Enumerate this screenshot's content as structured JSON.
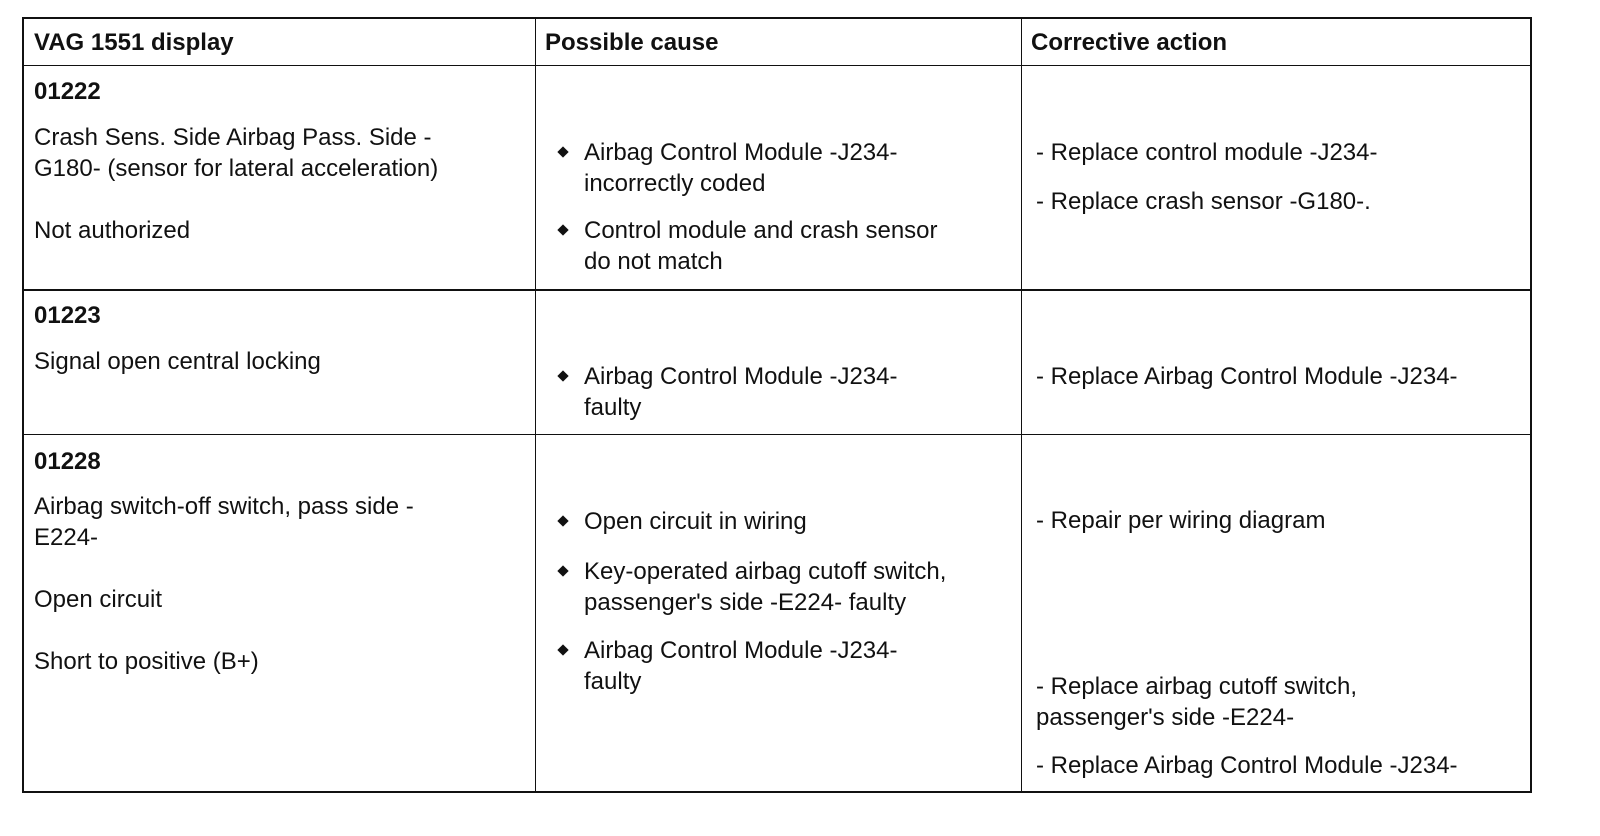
{
  "table": {
    "headers": [
      "VAG 1551 display",
      "Possible cause",
      "Corrective action"
    ],
    "rows": [
      {
        "code": "01222",
        "display": [
          "Crash Sens. Side Airbag Pass. Side -",
          "G180- (sensor for lateral acceleration)",
          "Not authorized"
        ],
        "causes": [
          [
            "Airbag Control Module -J234-",
            "incorrectly coded"
          ],
          [
            "Control module and crash sensor",
            "do not match"
          ]
        ],
        "actions": [
          [
            "- Replace control module -J234-"
          ],
          [
            "- Replace crash sensor -G180-."
          ]
        ]
      },
      {
        "code": "01223",
        "display": [
          "Signal open central locking"
        ],
        "causes": [
          [
            "Airbag Control Module -J234-",
            "faulty"
          ]
        ],
        "actions": [
          [
            "- Replace Airbag Control Module -J234-"
          ]
        ]
      },
      {
        "code": "01228",
        "display": [
          "Airbag switch-off switch, pass side -",
          "E224-",
          "Open circuit",
          "Short to positive (B+)"
        ],
        "causes": [
          [
            "Open circuit in wiring"
          ],
          [
            "Key-operated airbag cutoff switch,",
            "passenger's side -E224- faulty"
          ],
          [
            "Airbag Control Module -J234-",
            "faulty"
          ]
        ],
        "actions": [
          [
            "- Repair per wiring diagram"
          ],
          [
            "- Replace airbag cutoff switch,",
            "passenger's side -E224-"
          ],
          [
            "- Replace Airbag Control Module -J234-"
          ]
        ]
      }
    ]
  }
}
